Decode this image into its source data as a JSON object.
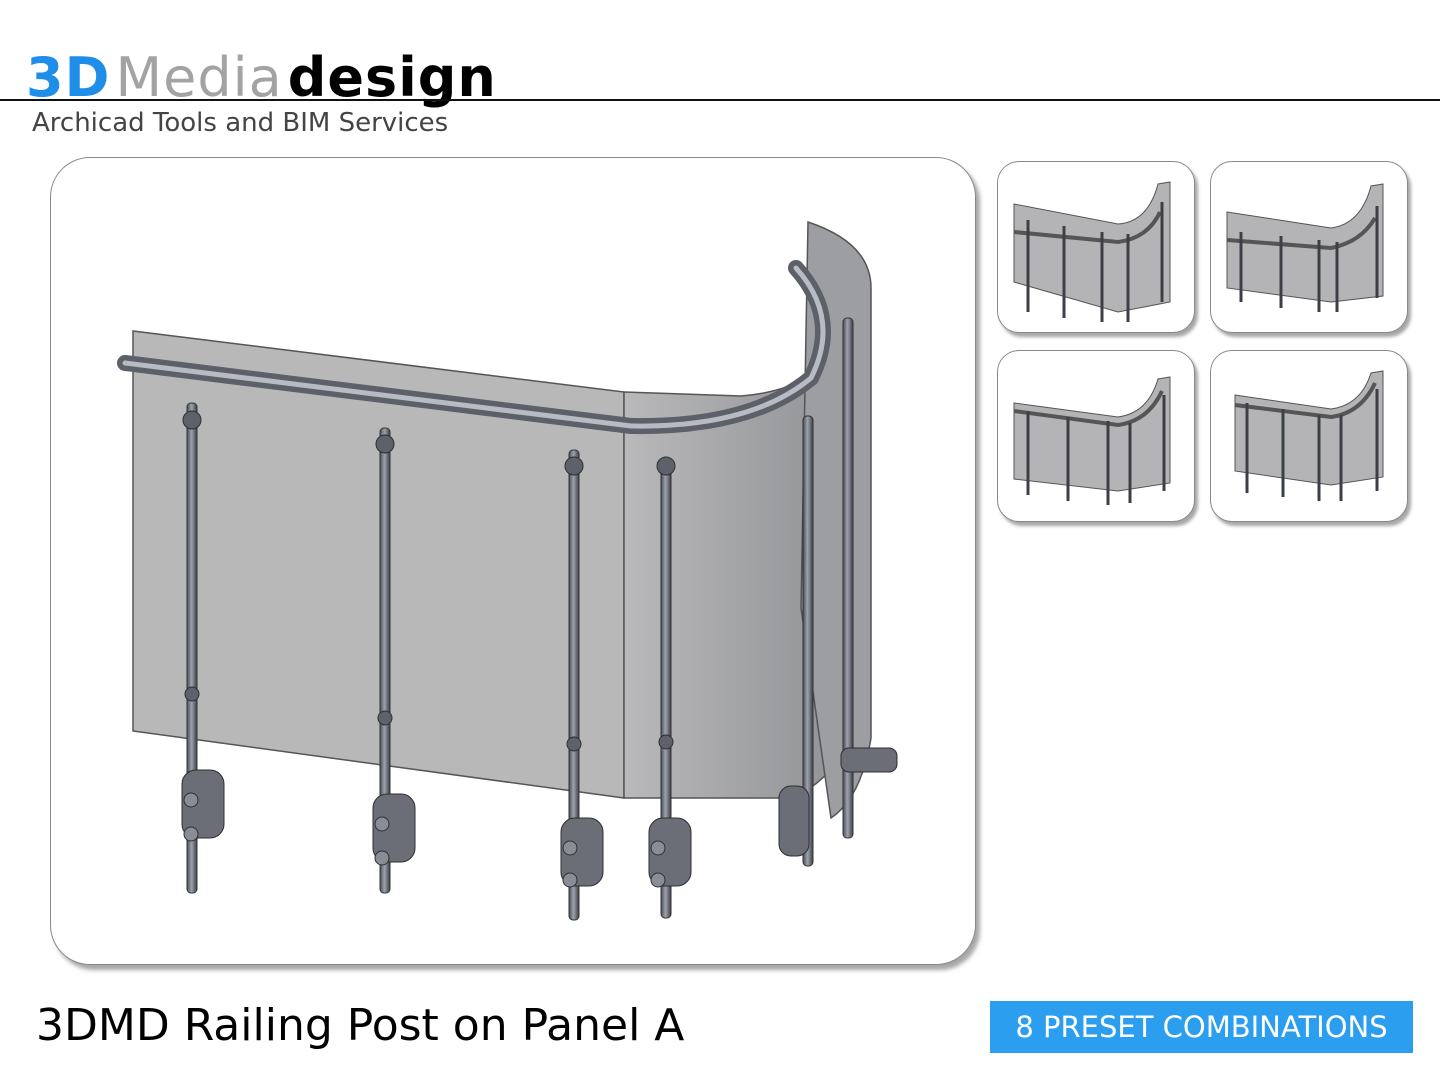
{
  "brand": {
    "logo_part1": "3D",
    "logo_part2": "Media",
    "logo_part3": "design",
    "tagline": "Archicad Tools and BIM Services",
    "colors": {
      "blue": "#1e8ee8",
      "grey": "#a3a3a3",
      "black": "#000000"
    }
  },
  "product": {
    "title": "3DMD Railing Post on Panel A",
    "badge": "8 PRESET COMBINATIONS",
    "badge_color": "#2b9ef0"
  },
  "previews": [
    {
      "icon": "railing-preview-1"
    },
    {
      "icon": "railing-preview-2"
    },
    {
      "icon": "railing-preview-3"
    },
    {
      "icon": "railing-preview-4"
    }
  ]
}
